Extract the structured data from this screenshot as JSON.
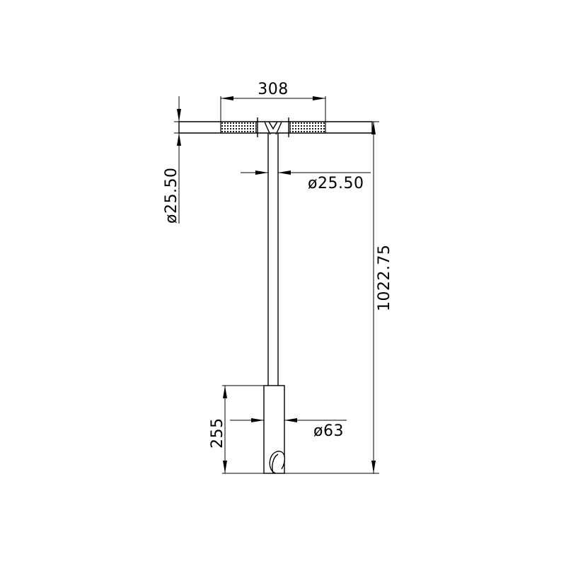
{
  "drawing": {
    "dimensions": {
      "handle_length": "308",
      "handle_diameter": "ø25.50",
      "shaft_diameter": "ø25.50",
      "total_length": "1022.75",
      "bit_length": "255",
      "bit_diameter": "ø63"
    }
  }
}
